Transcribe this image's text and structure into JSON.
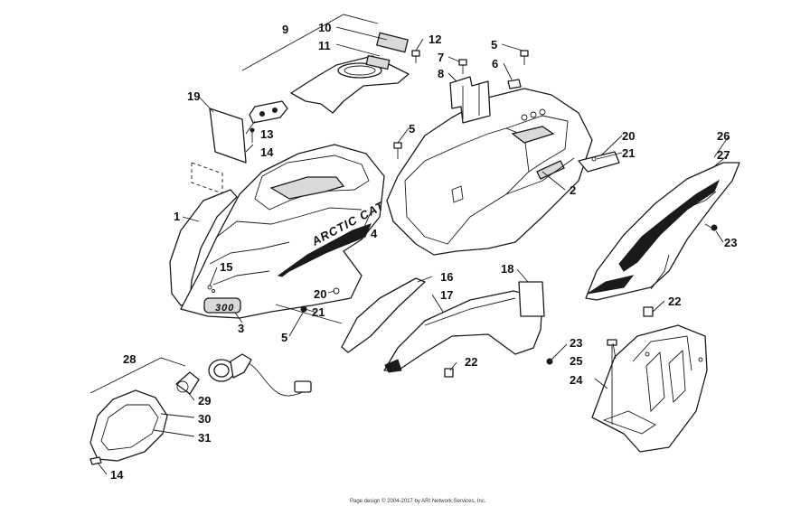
{
  "diagram": {
    "callouts": [
      "1",
      "2",
      "3",
      "4",
      "5",
      "5",
      "5",
      "6",
      "7",
      "8",
      "9",
      "10",
      "11",
      "12",
      "13",
      "14",
      "14",
      "15",
      "16",
      "17",
      "18",
      "19",
      "20",
      "20",
      "21",
      "21",
      "22",
      "22",
      "23",
      "23",
      "24",
      "25",
      "26",
      "27",
      "28",
      "29",
      "30",
      "31"
    ],
    "brand_text": "ARCTIC CAT",
    "model_text": "300",
    "footer": "Page design © 2004-2017 by ARI Network Services, Inc."
  },
  "colors": {
    "line": "#1a1a1a",
    "background": "#ffffff",
    "fill_grey": "#d9d9d9"
  }
}
